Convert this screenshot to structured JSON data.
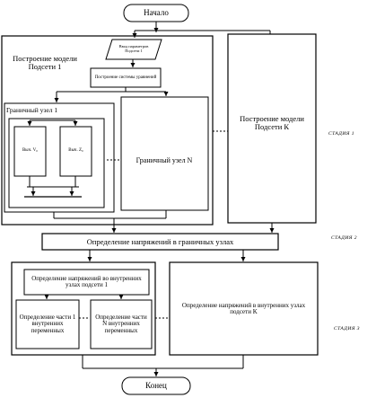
{
  "nodes": {
    "start": "Начало",
    "end": "Конец",
    "input_params": "Ввод параметров Подсети 1",
    "build_equations": "Построение системы уравнений",
    "subnet1_model": "Построение модели Подсети 1",
    "subnetK_model": "Построение модели Подсети К",
    "boundary_node_1": "Граничный узел 1",
    "boundary_node_N": "Граничный узел N",
    "calc_v": "Выч. V₀",
    "calc_z": "Выч. Z₀",
    "boundary_voltages": "Определение напряжений в граничных узлах",
    "internal_subnet1": "Определение напряжений во внутренних узлах подсети 1",
    "part1_vars": "Определение части 1 внутренних переменных",
    "partN_vars": "Определение части N внутренних переменных",
    "internal_subnetK": "Определение напряжений в внутренних узлах подсети K"
  },
  "stages": {
    "stage1": "СТАДИЯ 1",
    "stage2": "СТАДИЯ 2",
    "stage3": "СТАДИЯ 3"
  }
}
